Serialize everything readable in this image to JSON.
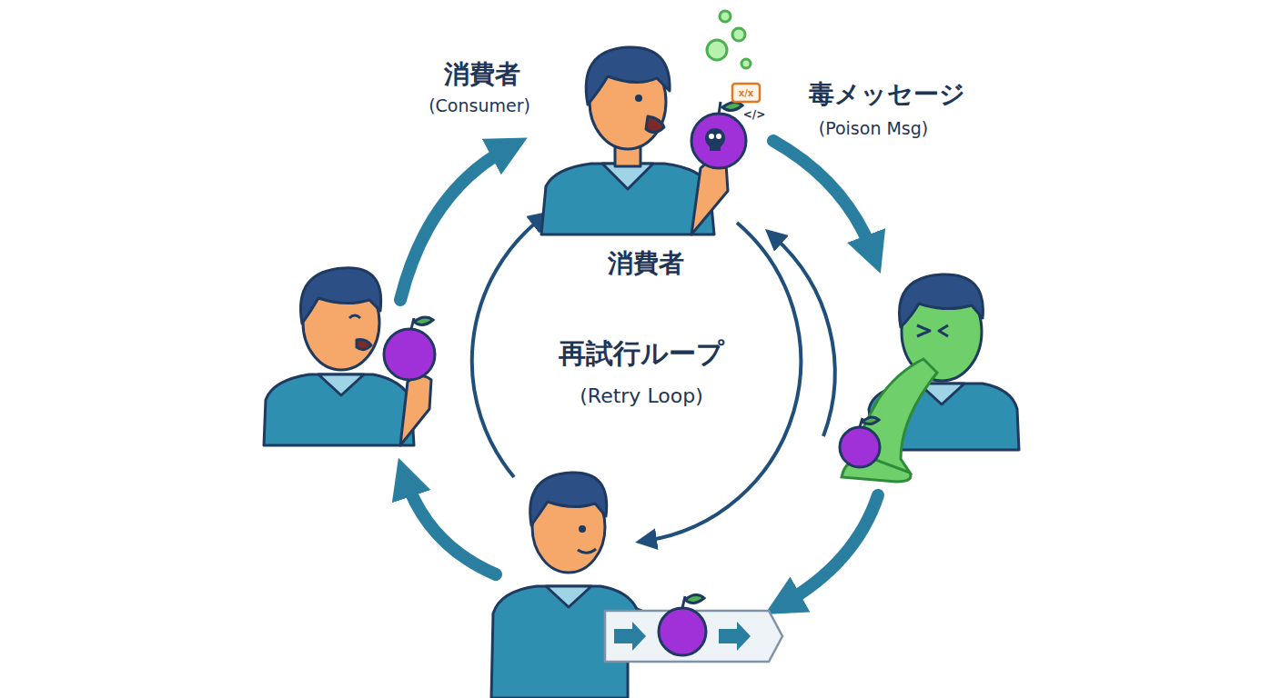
{
  "diagram": {
    "labels": [
      "消費者",
      "(Consumer)",
      "x/x",
      "</>",
      "毒メッセージ",
      "(Poison Msg)",
      "消費者",
      "再試行ループ",
      "(Retry Loop)"
    ]
  }
}
